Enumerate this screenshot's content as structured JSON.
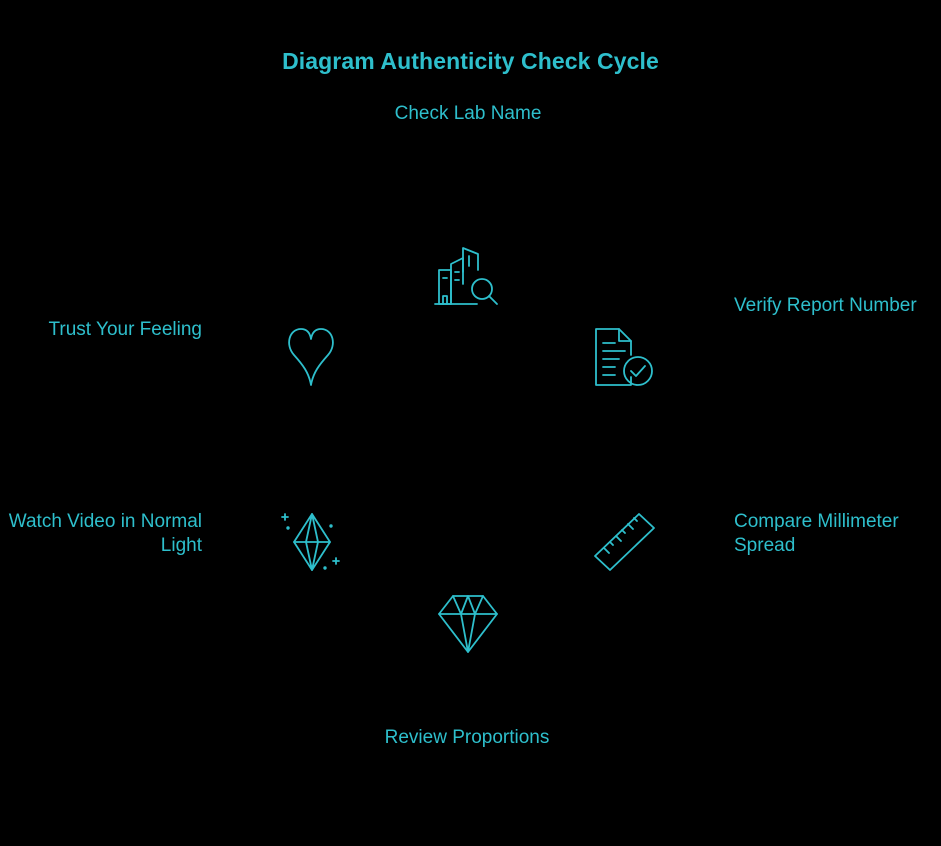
{
  "diagram": {
    "title": "Diagram Authenticity Check Cycle",
    "accent_color": "#2ebfcc",
    "background_color": "#000000",
    "steps": [
      {
        "label": "Check Lab Name",
        "icon": "building-search-icon"
      },
      {
        "label": "Verify Report Number",
        "icon": "document-check-icon"
      },
      {
        "label": "Compare Millimeter Spread",
        "icon": "ruler-icon"
      },
      {
        "label": "Review Proportions",
        "icon": "diamond-icon"
      },
      {
        "label": "Watch Video in Normal Light",
        "icon": "sparkling-gem-icon"
      },
      {
        "label": "Trust Your Feeling",
        "icon": "heart-icon"
      }
    ]
  }
}
